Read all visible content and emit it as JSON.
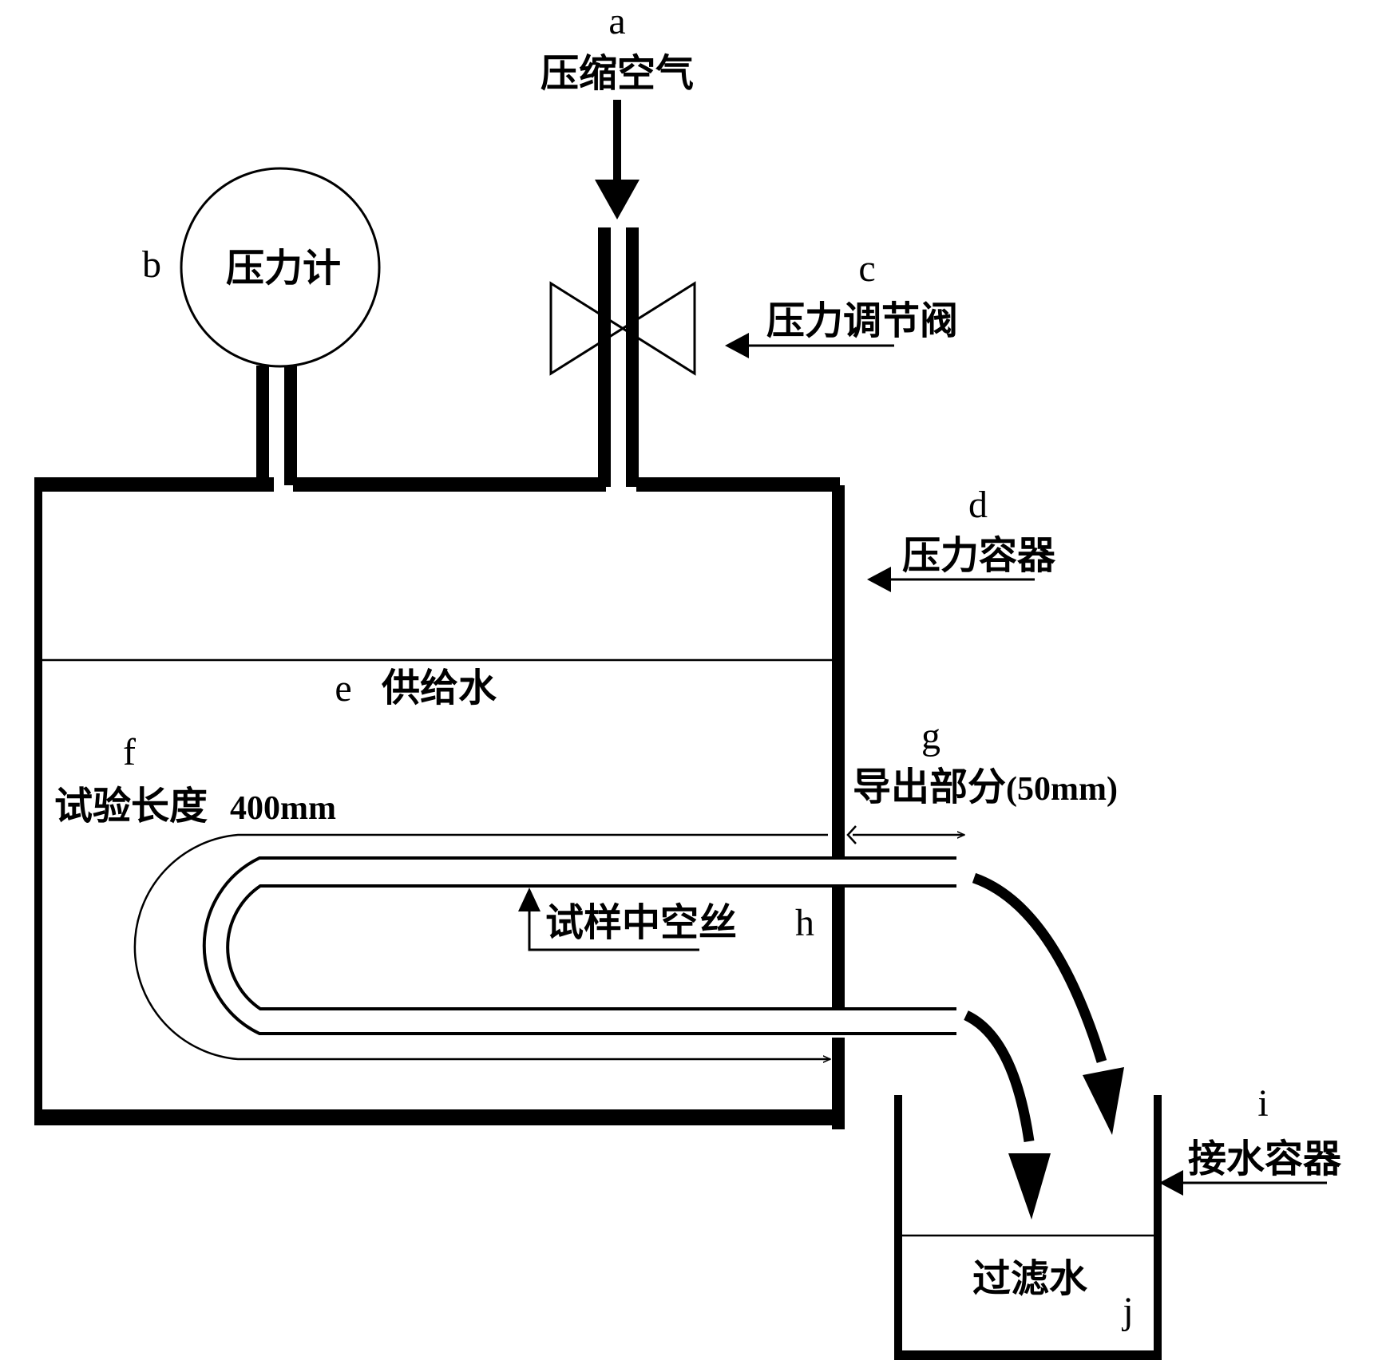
{
  "labels": {
    "a": {
      "letter": "a",
      "text": "压缩空气"
    },
    "b": {
      "letter": "b",
      "text": "压力计"
    },
    "c": {
      "letter": "c",
      "text": "压力调节阀"
    },
    "d": {
      "letter": "d",
      "text": "压力容器"
    },
    "e": {
      "letter": "e",
      "text": "供给水"
    },
    "f": {
      "letter": "f",
      "text": "试验长度",
      "value": "400mm"
    },
    "g": {
      "letter": "g",
      "text": "导出部分",
      "value": "(50mm)"
    },
    "h": {
      "letter": "h",
      "text": "试样中空丝"
    },
    "i": {
      "letter": "i",
      "text": "接水容器"
    },
    "j": {
      "letter": "j",
      "text": "过滤水"
    }
  },
  "colors": {
    "ink": "#000000",
    "paper": "#ffffff"
  }
}
